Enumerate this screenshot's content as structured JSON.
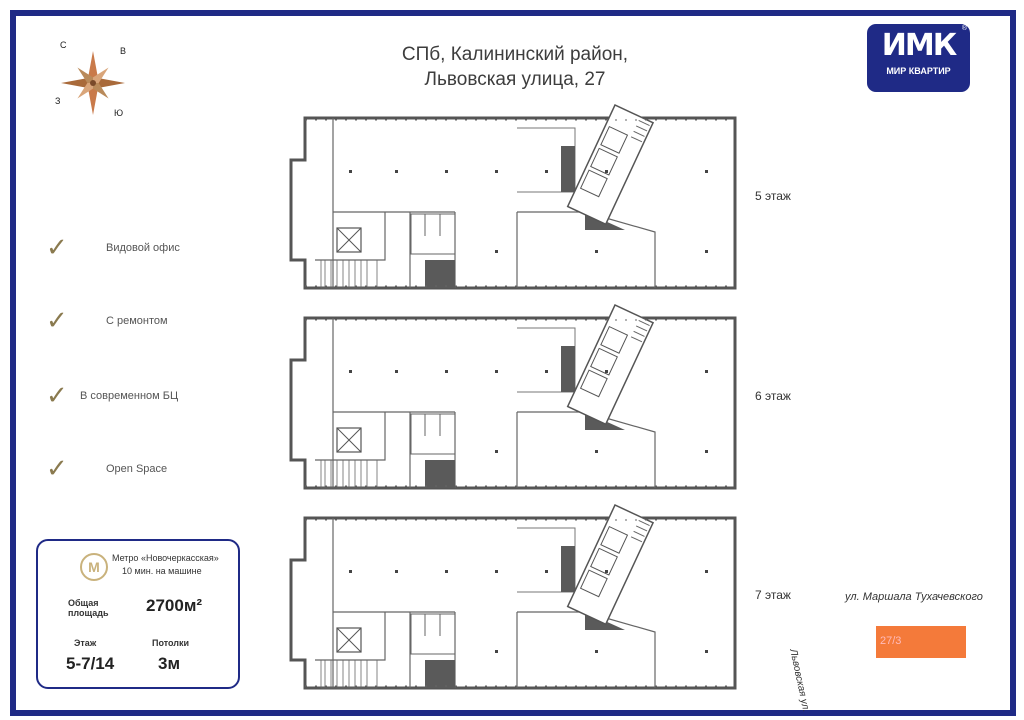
{
  "title": {
    "line1": "СПб, Калининский район,",
    "line2": "Львовская улица, 27"
  },
  "logo": {
    "mark": "ИМК",
    "text": "МИР КВАРТИР",
    "registered": "®"
  },
  "compass": {
    "north": "С",
    "east": "В",
    "west": "З",
    "south": "Ю"
  },
  "features": [
    "Видовой офис",
    "С ремонтом",
    "В современном БЦ",
    "Open Space"
  ],
  "info": {
    "metro_icon": "М",
    "metro_name": "Метро «Новочеркасская»",
    "metro_time": "10 мин. на машине",
    "area_label_1": "Общая",
    "area_label_2": "площадь",
    "area_value": "2700м²",
    "floor_label": "Этаж",
    "floor_value": "5-7/14",
    "ceiling_label": "Потолки",
    "ceiling_value": "3м"
  },
  "floors": [
    "5 этаж",
    "6 этаж",
    "7 этаж"
  ],
  "map": {
    "street_1": "ул. Маршала Тухачевского",
    "street_2": "Львовская ул.",
    "building_number": "27/3"
  },
  "colors": {
    "frame": "#1f2a86",
    "gold": "#c9b27c",
    "building": "#f47a3a",
    "wall": "#555555"
  }
}
